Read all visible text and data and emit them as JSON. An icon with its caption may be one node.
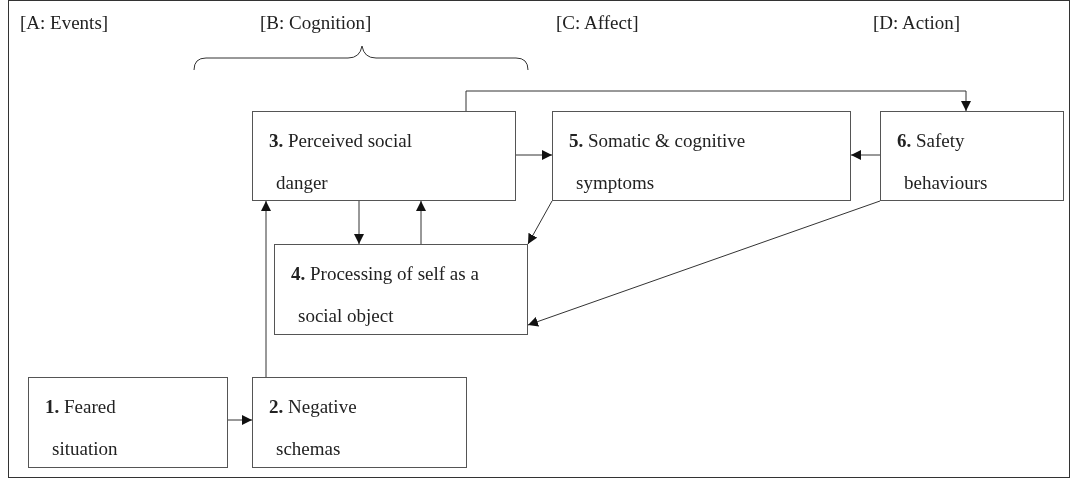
{
  "diagram": {
    "nodes": [
      {
        "text": [
          "**1.** Feared situation"
        ]
      },
      {
        "text": [
          "**2.** Negative schemas"
        ]
      },
      {
        "text": [
          "**3.** Perceived social danger"
        ]
      },
      {
        "text": [
          "**4.** Processing of self as a social object"
        ]
      },
      {
        "text": [
          "**5.** Somatic & cognitive symptoms"
        ]
      },
      {
        "text": [
          "**6.** Safety behaviours"
        ]
      }
    ],
    "edges": [
      {
        "from": 0,
        "to": 1,
        "arrow": "to"
      },
      {
        "from": 1,
        "to": 2,
        "arrow": "to"
      },
      {
        "from": 2,
        "to": 3,
        "arrow": "to"
      },
      {
        "from": 3,
        "to": 2,
        "arrow": "to"
      },
      {
        "from": 2,
        "to": 4,
        "arrow": "to"
      },
      {
        "from": 5,
        "to": 4,
        "arrow": "to"
      },
      {
        "from": 4,
        "to": 3,
        "arrow": "to"
      },
      {
        "from": 5,
        "to": 3,
        "arrow": "to"
      },
      {
        "from": 2,
        "to": 5,
        "arrow": "to"
      }
    ],
    "labels": [
      "[A: Events]",
      "[B: Cognition]",
      "[C: Affect]",
      "[D: Action]"
    ]
  }
}
